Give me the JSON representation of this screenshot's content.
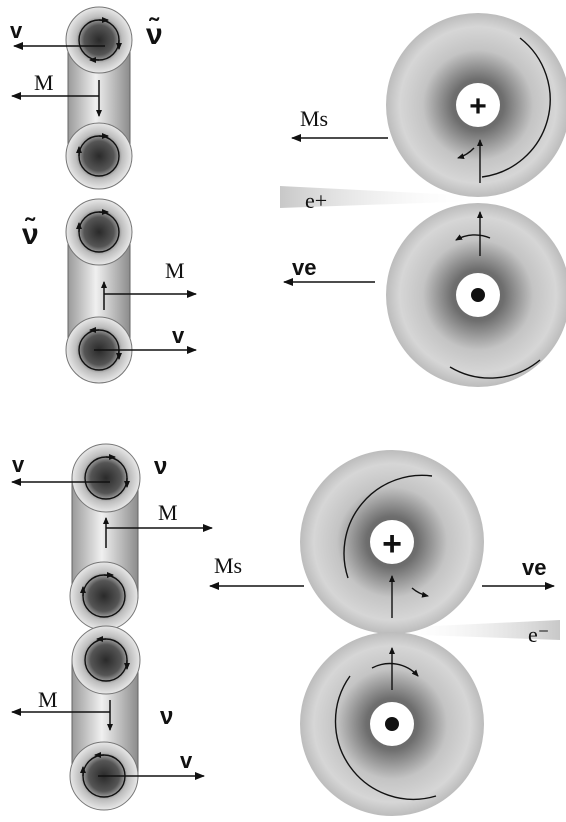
{
  "labels": {
    "v": "v",
    "v_tilde": "ν̃",
    "nu": "ν",
    "M": "M",
    "Ms": "Ms",
    "ve": "ve",
    "e_plus": "e+",
    "e_minus": "e⁻",
    "plus_sign": "+"
  },
  "colors": {
    "ink": "#111111",
    "tube_light": "#ececec",
    "tube_dark": "#8a8a8a",
    "disc_light": "#f2f2f2",
    "disc_dark": "#555555",
    "beam": "#cfcfcf"
  },
  "icons": [
    "rotation-arrow-icon",
    "direction-arrow-icon",
    "proton-plus-icon",
    "core-dot-icon"
  ]
}
